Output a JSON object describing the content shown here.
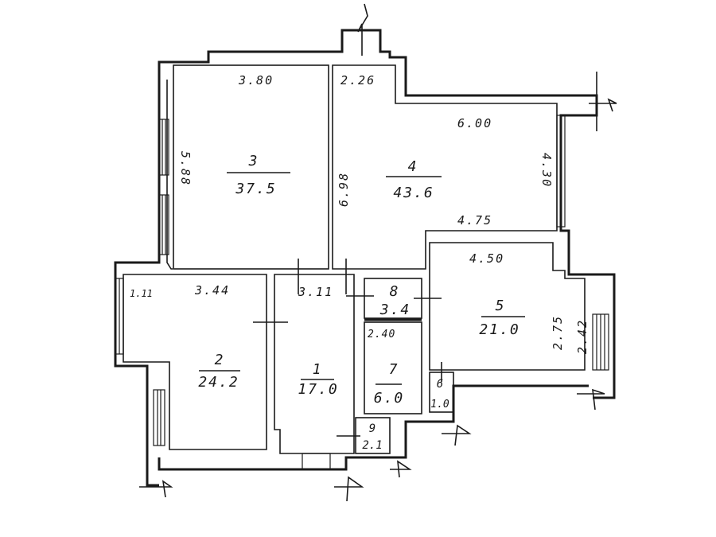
{
  "rooms": [
    {
      "number": "1",
      "area": "17.0"
    },
    {
      "number": "2",
      "area": "24.2"
    },
    {
      "number": "3",
      "area": "37.5"
    },
    {
      "number": "4",
      "area": "43.6"
    },
    {
      "number": "5",
      "area": "21.0"
    },
    {
      "number": "6",
      "area": "1.0"
    },
    {
      "number": "7",
      "area": "6.0"
    },
    {
      "number": "8",
      "area": "3.4"
    },
    {
      "number": "9",
      "area": "2.1"
    }
  ],
  "dimensions": {
    "room3_width": "3.80",
    "room3_height": "5.88",
    "room4_top_left": "2.26",
    "room4_width": "6.00",
    "room4_height_left": "6.98",
    "room4_height_right": "4.30",
    "room4_bottom": "4.75",
    "room5_width": "4.50",
    "room5_height": "2.75",
    "room5_window": "2.42",
    "room2_left": "1.11",
    "room2_width": "3.44",
    "room1_width": "3.11",
    "room7_width": "2.40"
  }
}
